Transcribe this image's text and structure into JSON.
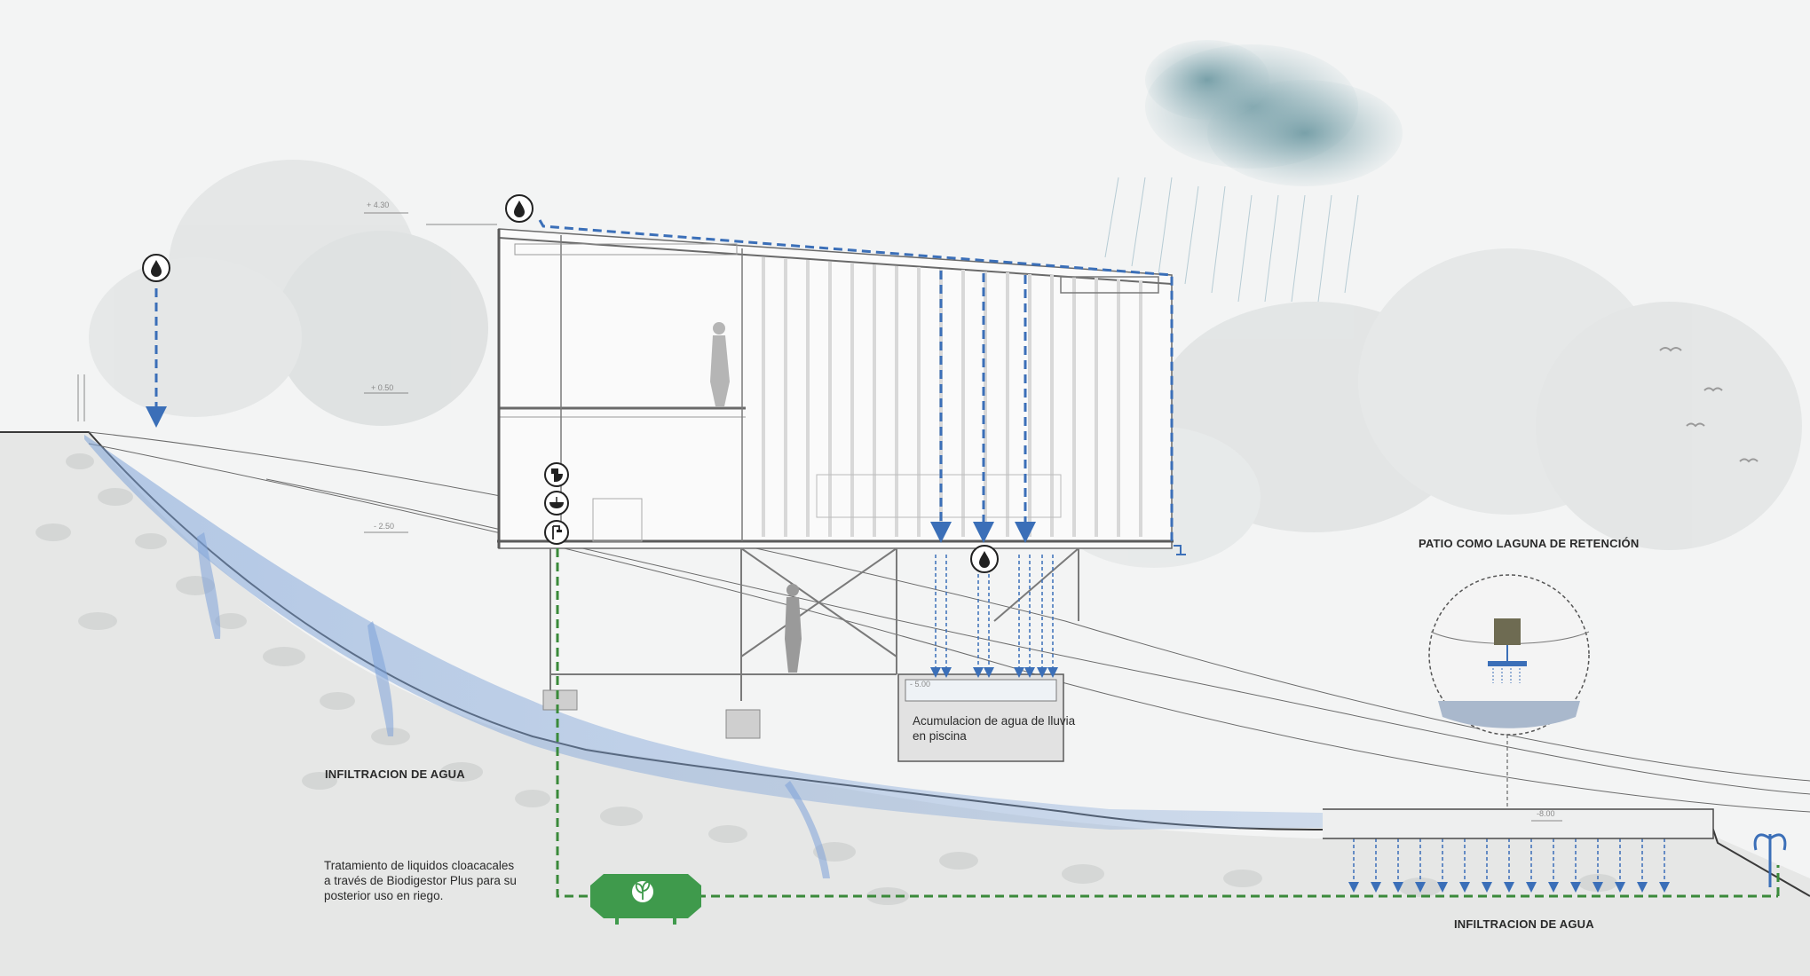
{
  "labels": {
    "infiltration_left": "INFILTRACION DE AGUA",
    "infiltration_right": "INFILTRACION DE AGUA",
    "retention_patio": "PATIO COMO LAGUNA DE RETENCIÓN",
    "pool_line1": "Acumulacion de agua de lluvia",
    "pool_line2": "en piscina",
    "biodigestor_line1": "Tratamiento de liquidos cloacacales",
    "biodigestor_line2": "a través de Biodigestor Plus para su",
    "biodigestor_line3": "posterior uso en riego."
  },
  "levels": {
    "top": "+ 4.30",
    "mid": "+ 0.50",
    "low": "- 2.50",
    "pool": "- 5.00",
    "bottom": "-8.00"
  },
  "icons": {
    "water_drop": "water-drop-icon",
    "toilet": "toilet-icon",
    "sink": "sink-icon",
    "shower": "shower-icon",
    "faucet": "faucet-icon",
    "leaf": "leaf-icon",
    "sprinkler": "sprinkler-icon"
  },
  "colors": {
    "rain_flow": "#3b6fb8",
    "sewage_flow": "#3a8a3a",
    "biodigestor": "#3f9a4c",
    "ground_flow": "#7ea3d8"
  }
}
